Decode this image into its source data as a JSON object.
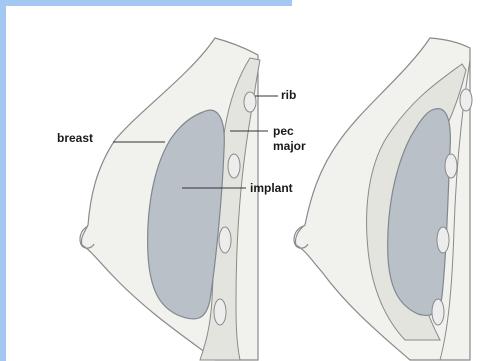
{
  "labels": {
    "rib": "rib",
    "breast": "breast",
    "pec_line1": "pec",
    "pec_line2": "major",
    "implant": "implant"
  },
  "colors": {
    "frame": "#a3c8f2",
    "outline": "#8a8a8a",
    "tissue": "#eeeeea",
    "muscle": "#e2e2dc",
    "implant": "#b9c0c7",
    "rib": "#ededed"
  }
}
